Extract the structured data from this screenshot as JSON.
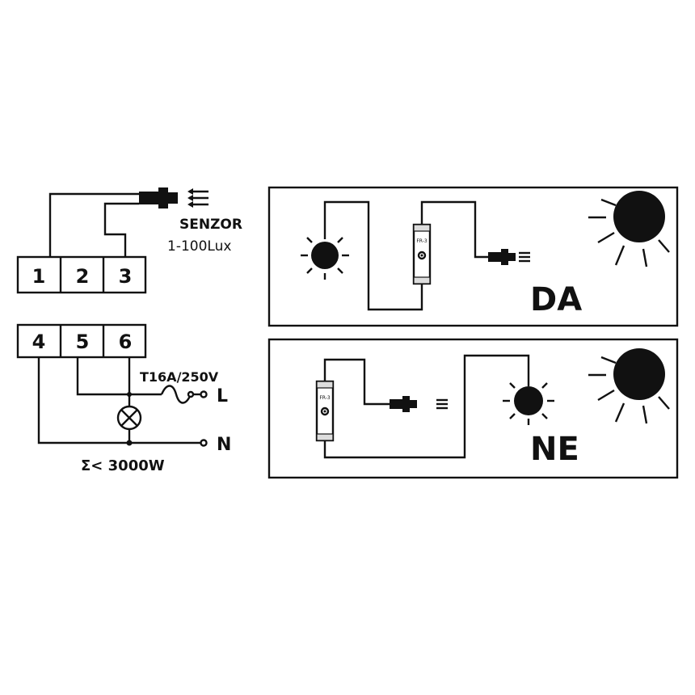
{
  "terminals_top": [
    "1",
    "2",
    "3"
  ],
  "terminals_bottom": [
    "4",
    "5",
    "6"
  ],
  "sensor": {
    "title": "SENZOR",
    "range": "1-100Lux"
  },
  "fuse_label": "T16A/250V",
  "line_label": "L",
  "neutral_label": "N",
  "power_label": "Σ< 3000W",
  "panel_yes": {
    "label": "DA",
    "device_label": "FR-3"
  },
  "panel_no": {
    "label": "NE",
    "device_label": "FR-3"
  },
  "colors": {
    "ink": "#111111",
    "background": "#ffffff"
  },
  "icons": [
    "sensor-probe-icon",
    "light-arrows-icon",
    "fuse-icon",
    "lamp-icon",
    "sun-icon",
    "bulb-icon",
    "din-relay-icon"
  ]
}
